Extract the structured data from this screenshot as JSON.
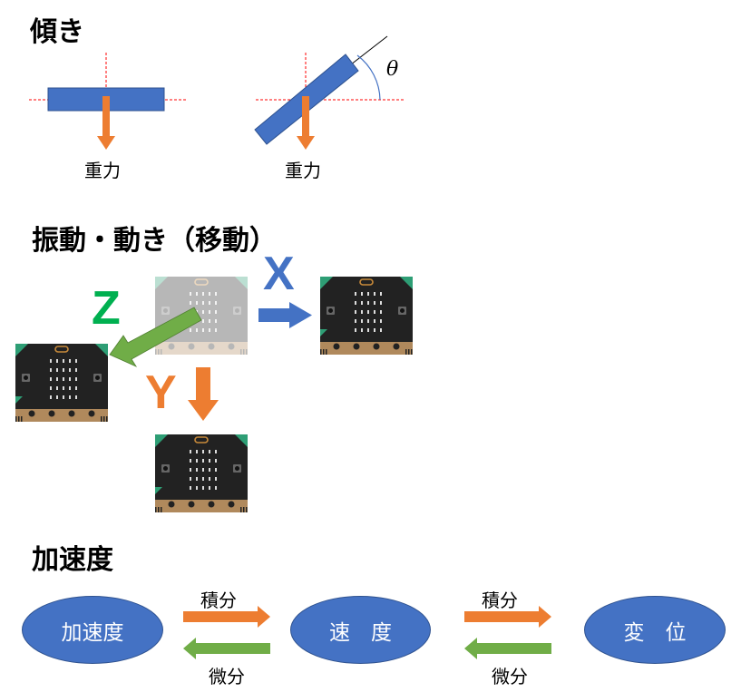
{
  "sections": {
    "tilt": "傾き",
    "vibration": "振動・動き（移動）",
    "acceleration": "加速度"
  },
  "tilt": {
    "gravity_left": "重力",
    "gravity_right": "重力",
    "angle": "θ"
  },
  "motion": {
    "axis_x": "X",
    "axis_y": "Y",
    "axis_z": "Z"
  },
  "chain": {
    "nodes": [
      "加速度",
      "速　度",
      "変　位"
    ],
    "integrate_1": "積分",
    "differentiate_1": "微分",
    "integrate_2": "積分",
    "differentiate_2": "微分"
  },
  "colors": {
    "blue": "#4472C4",
    "orange": "#ED7D31",
    "green": "#70AD47",
    "z_green": "#00B050",
    "red_guide": "#FF0000",
    "board_dark": "#222222",
    "board_gold": "#B0895C"
  },
  "icons": [
    "microbit-board-icon",
    "arrow-right-icon",
    "arrow-down-icon",
    "arrow-left-icon"
  ]
}
